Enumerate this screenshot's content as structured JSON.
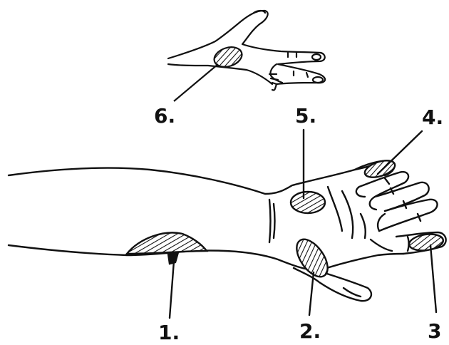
{
  "labels": {
    "l1": "1.",
    "l2": "2.",
    "l3": "3",
    "l4": "4.",
    "l5": "5.",
    "l6": "6."
  },
  "colors": {
    "ink": "#111111",
    "paper": "#ffffff"
  }
}
